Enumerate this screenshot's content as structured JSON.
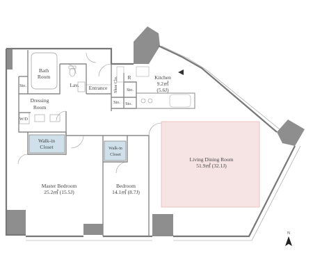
{
  "rooms": {
    "bath_room": [
      "Bath",
      "Room"
    ],
    "storage_bath": "Sto.",
    "lavatory": "Lav.",
    "entrance": "Entrance",
    "shoe_closet": "Shoe Clo.",
    "refrigerator": "R",
    "kitchen": {
      "name": "Kitchen",
      "area_sqm": "9.2㎡",
      "area_jo": "(5.6J)"
    },
    "storage_kitchen_1": "Sto.",
    "storage_kitchen_2": "Sto.",
    "storage_hall": "Sto.",
    "dressing_room": [
      "Dressing",
      "Room"
    ],
    "washer_dryer": "W/D",
    "walk_in_closet_master": [
      "Walk-in",
      "Closet"
    ],
    "walk_in_closet_bedroom": [
      "Walk-in",
      "Closet"
    ],
    "living_dining_room": {
      "name": "Living Dining Room",
      "area": "51.9㎡ (32.1J)"
    },
    "master_bedroom": {
      "name": "Master Bedroom",
      "area": "25.2㎡ (15.5J)"
    },
    "bedroom": {
      "name": "Bedroom",
      "area": "14.1㎡ (8.7J)"
    }
  },
  "compass": {
    "label": "N"
  },
  "colors": {
    "wall": "#8e8e8e",
    "closet_fill": "#cfe0ea",
    "living_highlight": "#f6e3e3",
    "living_highlight_border": "#e8b8b8"
  }
}
